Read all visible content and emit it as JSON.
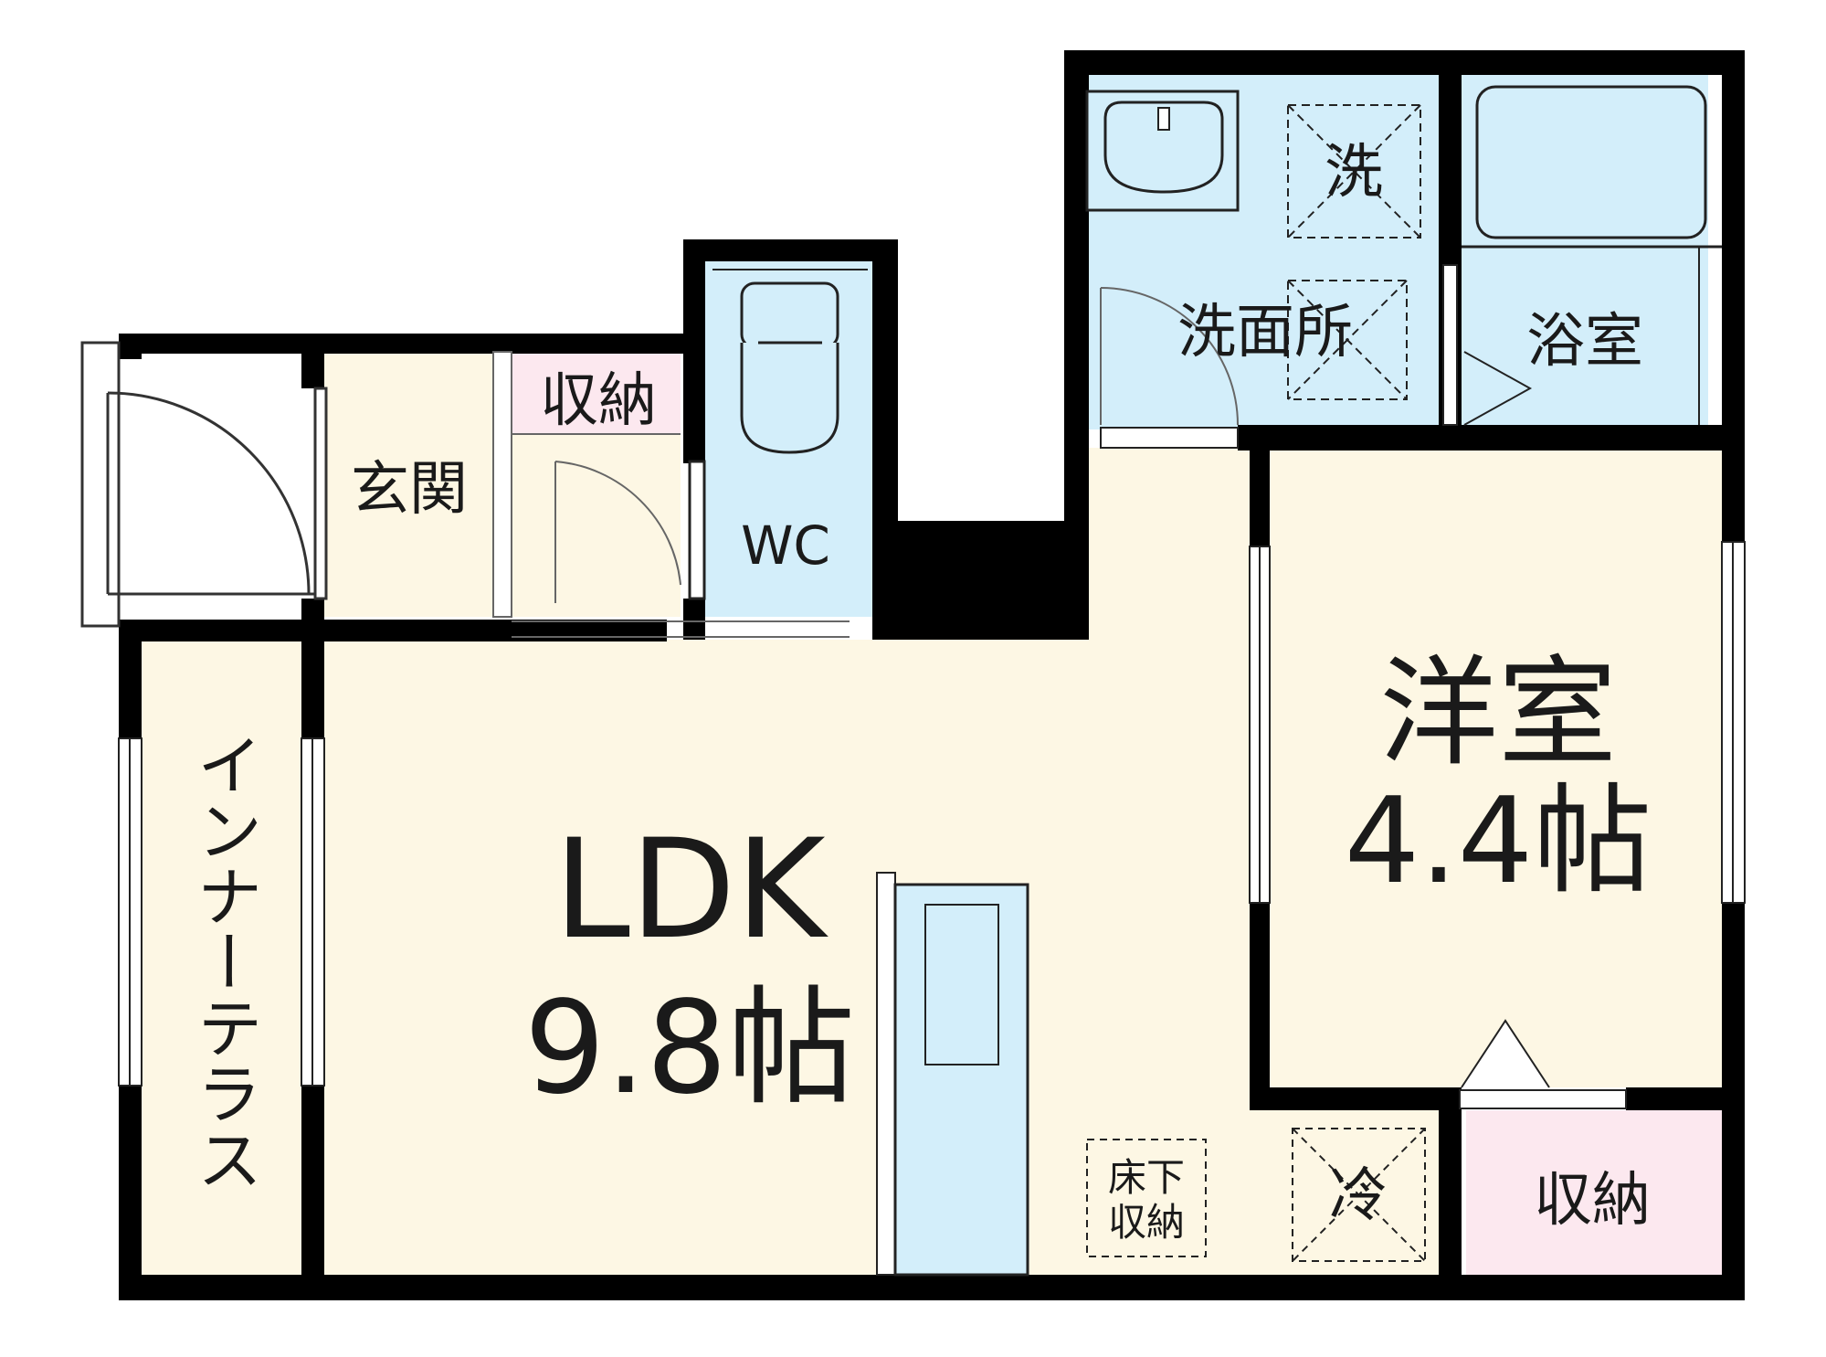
{
  "colors": {
    "wall": "#000000",
    "floor": "#fdf7e4",
    "water": "#d3eefa",
    "storage": "#fce8ef",
    "outline": "#222222",
    "line": "#666666"
  },
  "rooms": {
    "ldk_name": "LDK",
    "ldk_size": "9.8帖",
    "western_name": "洋室",
    "western_size": "4.4帖",
    "genkan": "玄関",
    "storage_entry": "収納",
    "wc": "WC",
    "washroom": "洗面所",
    "washer": "洗",
    "bath": "浴室",
    "inner_terrace": "インナーテラス",
    "underfloor_line1": "床下",
    "underfloor_line2": "収納",
    "fridge": "冷",
    "storage_western": "収納"
  }
}
